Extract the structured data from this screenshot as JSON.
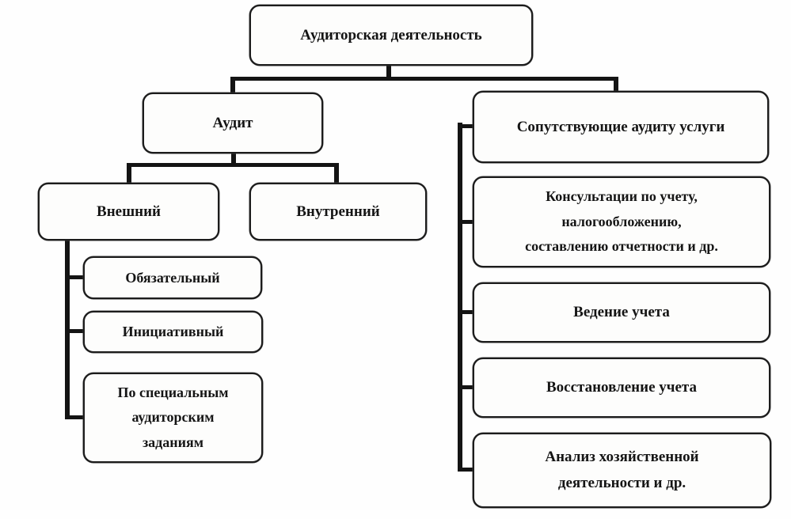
{
  "diagram": {
    "language": "ru",
    "topic": "Аудиторская деятельность",
    "colors": {
      "line": "#141414",
      "node_border": "#1c1c1c",
      "node_background": "#fdfdfc",
      "text": "#151515",
      "page_background": "#fefefe"
    }
  },
  "nodes": {
    "root": {
      "label": "Аудиторская деятельность"
    },
    "audit": {
      "label": "Аудит"
    },
    "related": {
      "label": "Сопутствующие аудиту услуги"
    },
    "external": {
      "label": "Внешний"
    },
    "internal": {
      "label": "Внутренний"
    },
    "mandatory": {
      "label": "Обязательный"
    },
    "initiative": {
      "label": "Инициативный"
    },
    "special": {
      "label": "По специальным\nаудиторским\nзаданиям"
    },
    "consulting": {
      "label": "Консультации по учету,\nналогообложению,\nсоставлению отчетности и др."
    },
    "bookkeeping": {
      "label": "Ведение учета"
    },
    "restoration": {
      "label": "Восстановление учета"
    },
    "analysis": {
      "label": "Анализ хозяйственной\nдеятельности и др."
    }
  },
  "edges": [
    {
      "from": "root",
      "to": "audit"
    },
    {
      "from": "root",
      "to": "related"
    },
    {
      "from": "audit",
      "to": "external"
    },
    {
      "from": "audit",
      "to": "internal"
    },
    {
      "from": "external",
      "to": "mandatory"
    },
    {
      "from": "external",
      "to": "initiative"
    },
    {
      "from": "external",
      "to": "special"
    },
    {
      "from": "related",
      "to": "consulting"
    },
    {
      "from": "related",
      "to": "bookkeeping"
    },
    {
      "from": "related",
      "to": "restoration"
    },
    {
      "from": "related",
      "to": "analysis"
    }
  ]
}
